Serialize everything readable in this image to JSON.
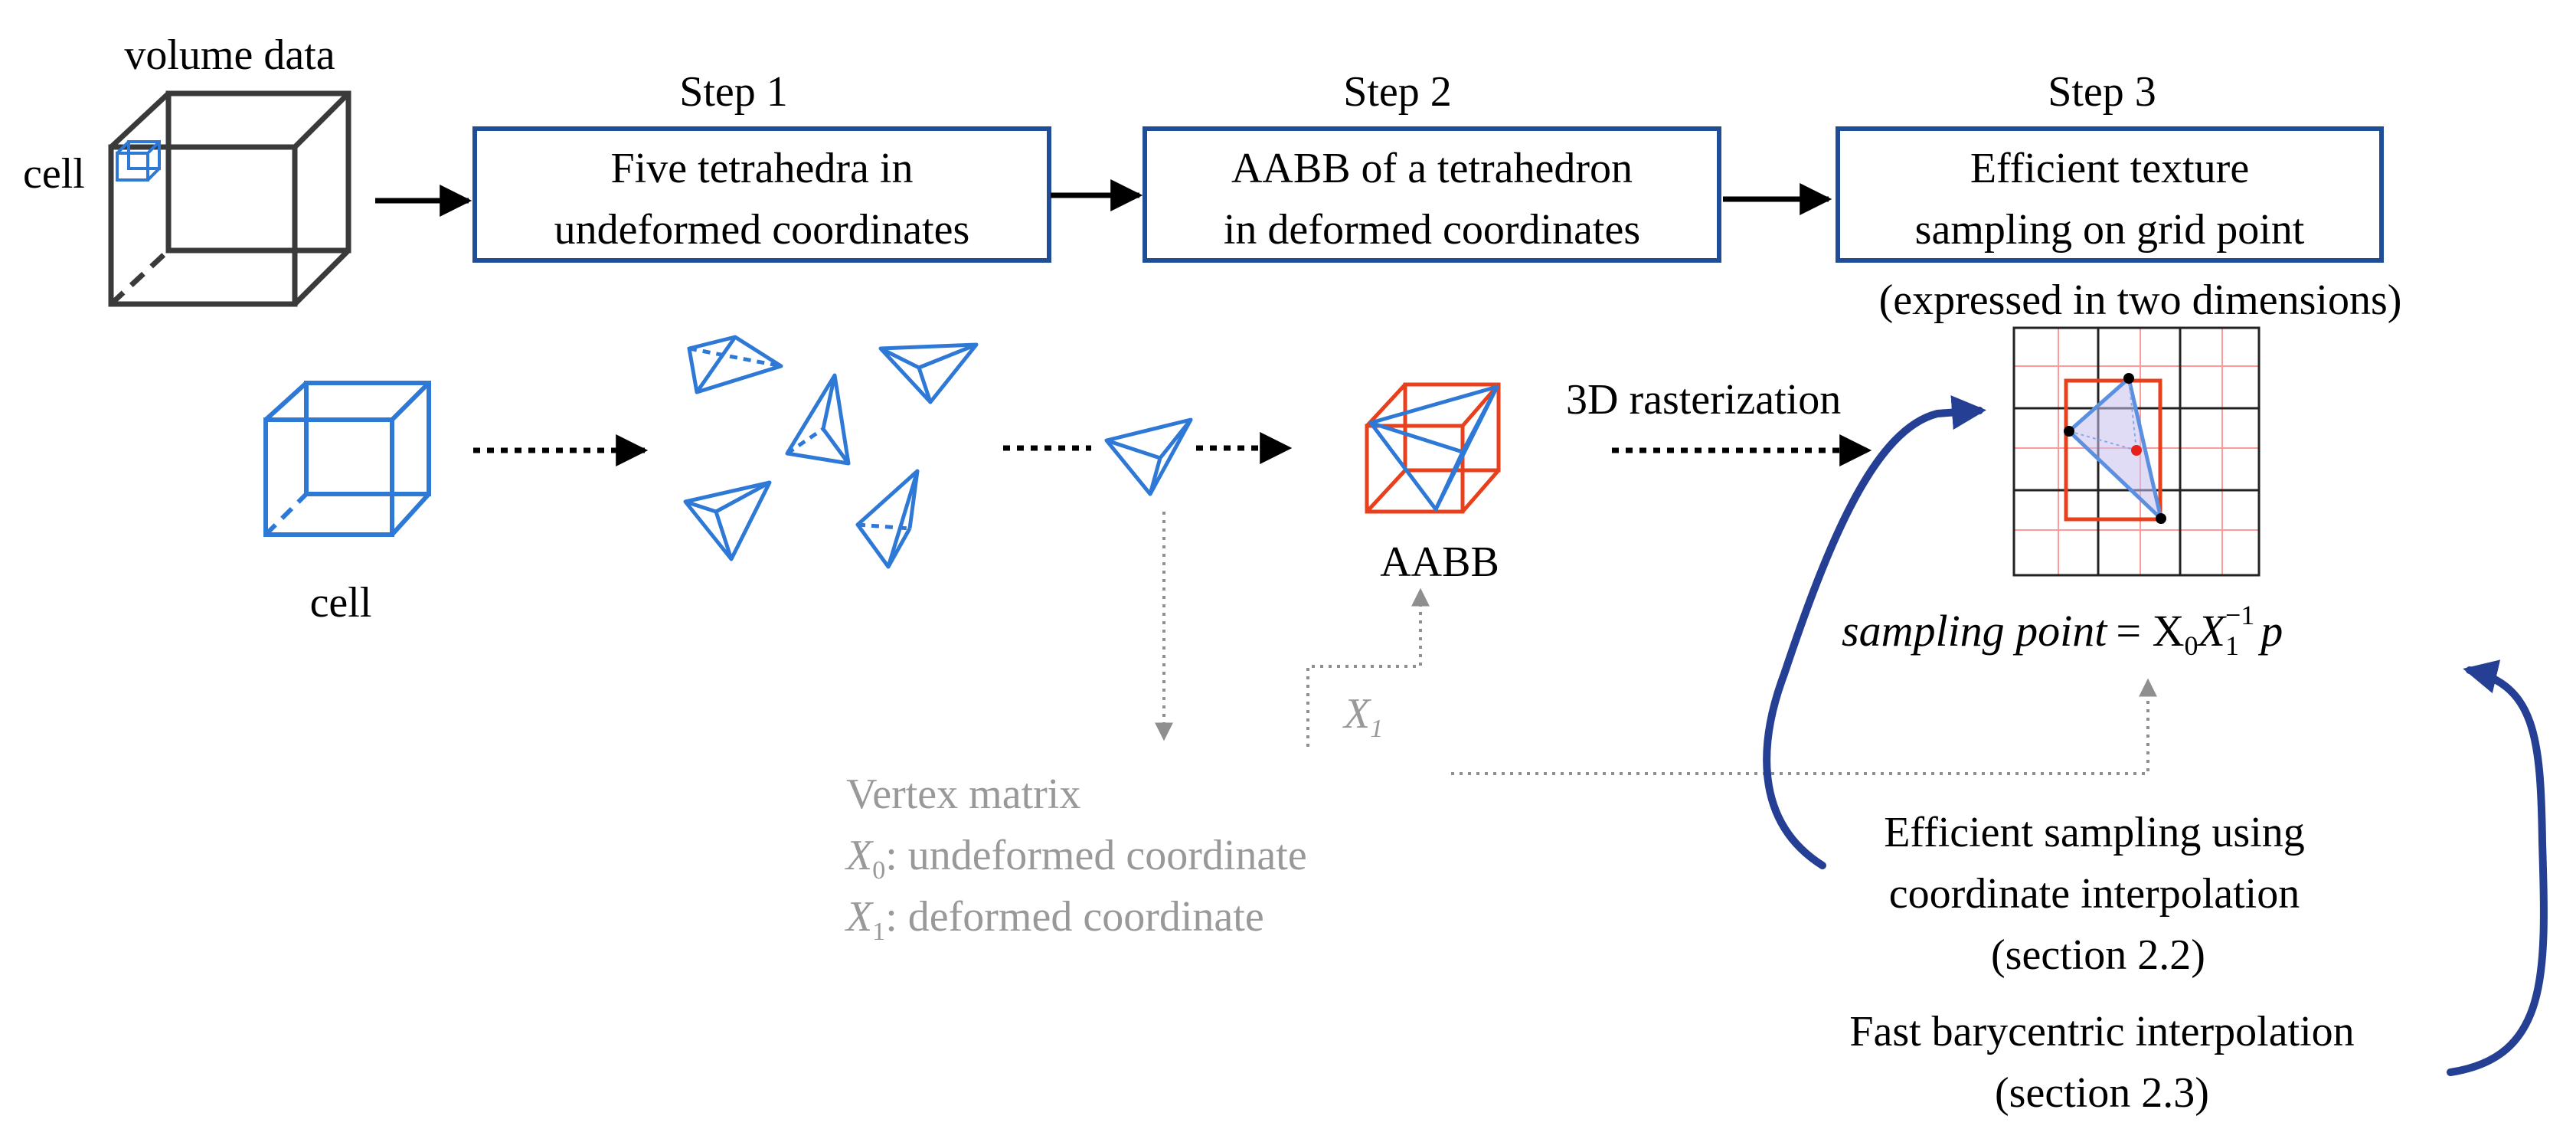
{
  "labels": {
    "volume_data": "volume data",
    "cell_small": "cell",
    "cell_bottom": "cell",
    "aabb": "AABB",
    "rasterization": "3D rasterization",
    "expressed": "(expressed in two dimensions)",
    "x1_label": "X",
    "x1_sub": "1"
  },
  "steps": [
    {
      "title": "Step 1",
      "line1": "Five tetrahedra in",
      "line2": "undeformed coordinates"
    },
    {
      "title": "Step 2",
      "line1": "AABB of a tetrahedron",
      "line2": "in deformed coordinates"
    },
    {
      "title": "Step 3",
      "line1": "Efficient texture",
      "line2": "sampling on grid point"
    }
  ],
  "vertex_matrix": {
    "title": "Vertex matrix",
    "x0_sub": "0",
    "x0_text": ": undeformed coordinate",
    "x1_sub": "1",
    "x1_text": ": deformed coordinate"
  },
  "formula": {
    "lhs": "sampling point",
    "rhs": "= X",
    "sub0": "0",
    "x": "X",
    "sub1": "1",
    "sup": "−1",
    "p": "p"
  },
  "notes": {
    "section22_line1": "Efficient sampling using",
    "section22_line2": "coordinate interpolation",
    "section22_line3": "(section 2.2)",
    "section23_line1": "Fast barycentric interpolation",
    "section23_line2": "(section 2.3)"
  },
  "colors": {
    "step_box": "#1f4e96",
    "blue": "#2f79d6",
    "red": "#e8401c",
    "dark_arrow": "#243f94",
    "grey": "#999999"
  }
}
